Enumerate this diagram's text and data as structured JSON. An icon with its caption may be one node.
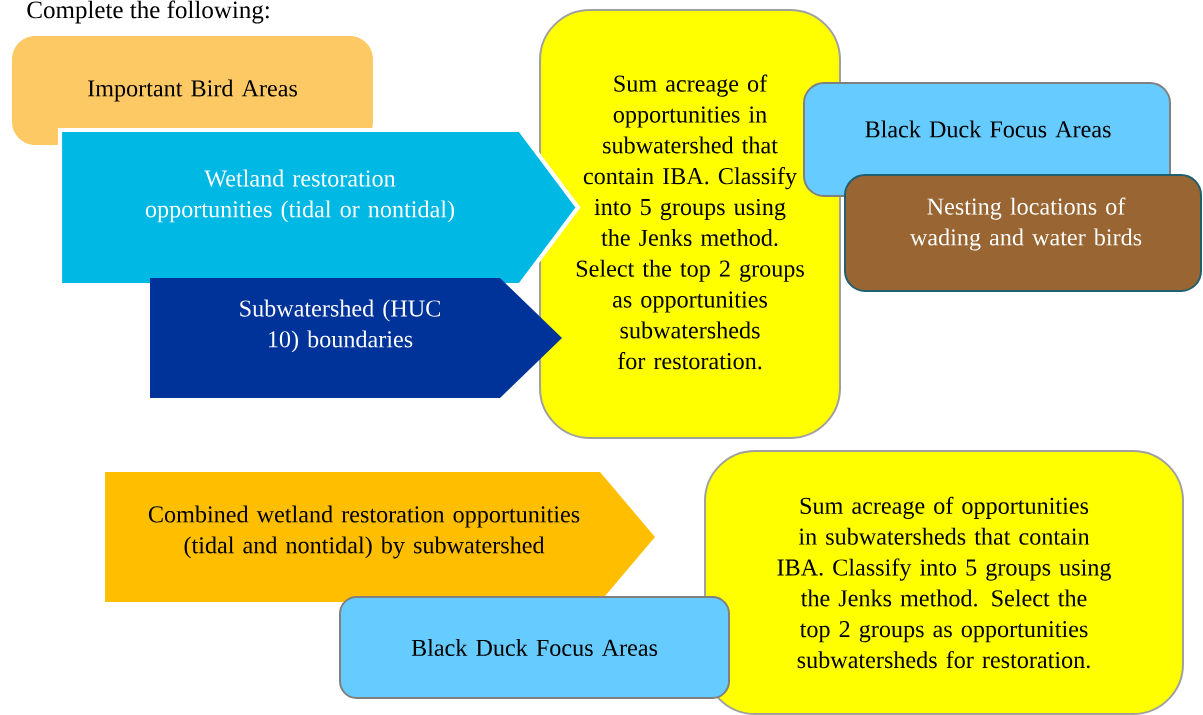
{
  "diagram": {
    "title": "Complete the following:",
    "nodes": [
      {
        "text": [
          "Important Bird Areas"
        ]
      },
      {
        "text": [
          "Wetland restoration opportunities (tidal or nontidal)"
        ]
      },
      {
        "text": [
          "Subwatershed (HUC 10) boundaries"
        ]
      },
      {
        "text": [
          "Sum acreage of opportunities in subwatershed that contain IBA. Classify into 5 groups using the Jenks method. Select the top 2 groups as opportunities subwatersheds for restoration."
        ]
      },
      {
        "text": [
          "Black Duck Focus Areas"
        ]
      },
      {
        "text": [
          "Nesting locations of wading and water birds"
        ]
      },
      {
        "text": [
          "Combined wetland restoration opportunities (tidal and nontidal) by subwatershed"
        ]
      },
      {
        "text": [
          "Black Duck Focus Areas"
        ]
      },
      {
        "text": [
          "Sum acreage of opportunities in subwatersheds that contain IBA. Classify into 5 groups using the Jenks method. Select the top 2 groups as opportunities subwatersheds for restoration."
        ]
      }
    ]
  }
}
